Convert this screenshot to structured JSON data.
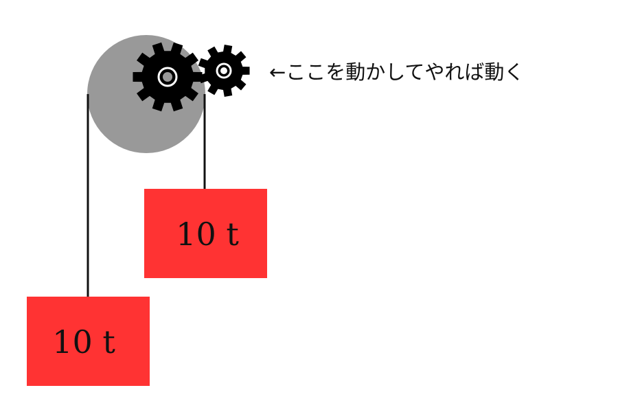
{
  "caption": "←ここを動かしてやれば動く",
  "weights": [
    {
      "label": "10 t"
    },
    {
      "label": "10 t"
    }
  ],
  "colors": {
    "pulley": "#999999",
    "weight": "#ff3333",
    "gear": "#000000",
    "rope": "#111111",
    "text": "#111111"
  },
  "icons": [
    "large-gear-icon",
    "small-gear-icon"
  ]
}
